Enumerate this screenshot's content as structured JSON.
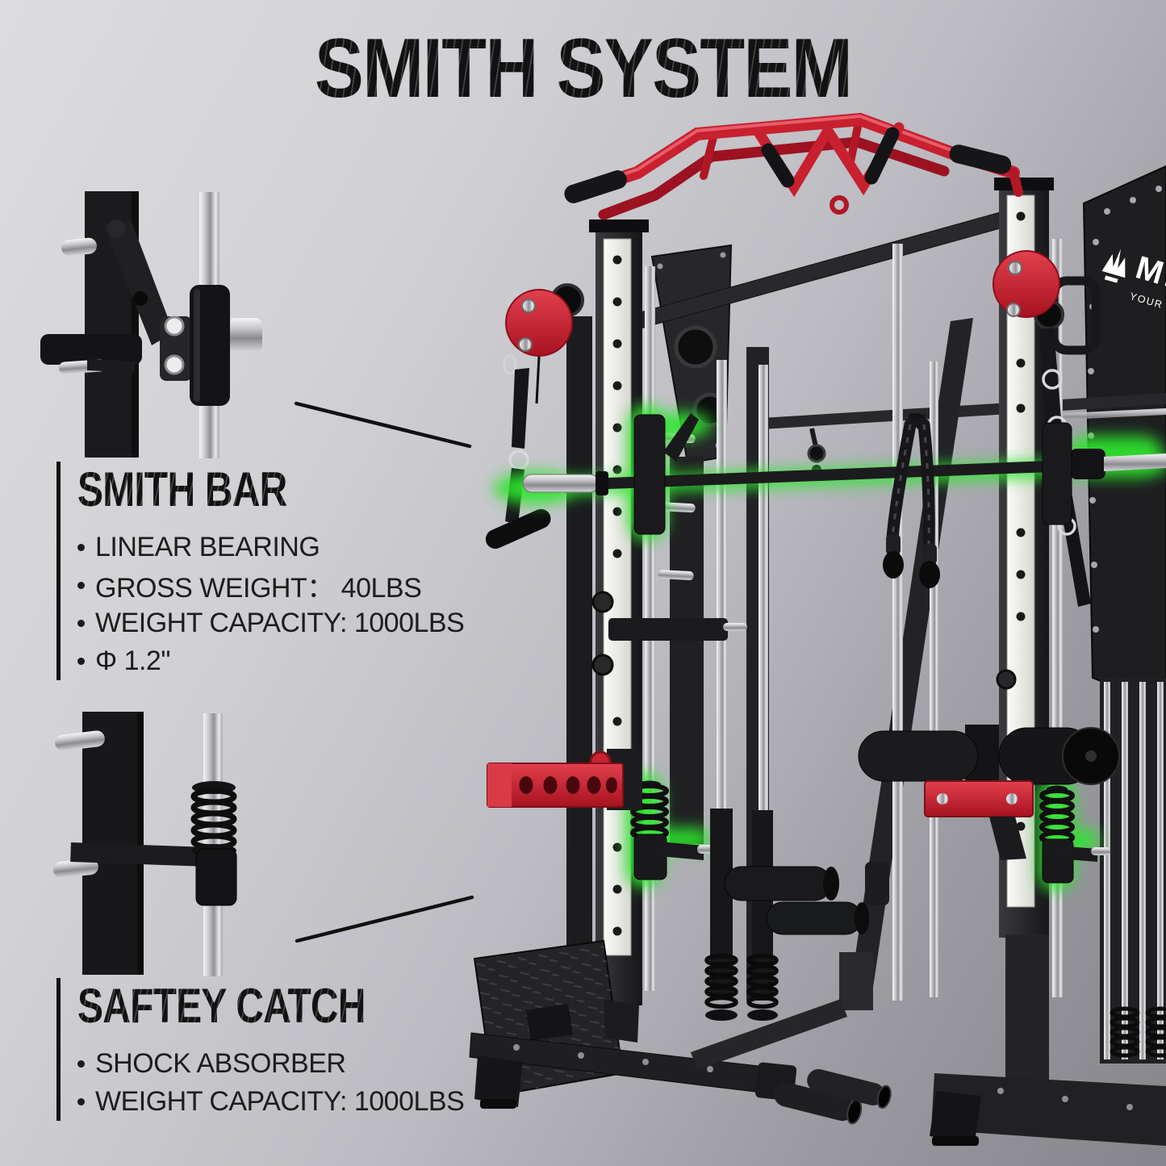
{
  "page": {
    "title": "SMITH SYSTEM"
  },
  "callouts": {
    "smith_bar": {
      "heading": "SMITH BAR",
      "bullets": [
        "LINEAR BEARING",
        "GROSS WEIGHT： 40LBS",
        "WEIGHT CAPACITY: 1000LBS",
        "Φ 1.2\""
      ]
    },
    "safety_catch": {
      "heading": "SAFTEY CATCH",
      "bullets": [
        "SHOCK ABSORBER",
        "WEIGHT CAPACITY: 1000LBS"
      ]
    }
  },
  "machine": {
    "brand_logo": "MIKOL",
    "brand_tagline": "YOUR HOME GYM MA"
  },
  "colors": {
    "accent_red": "#c22030",
    "highlight_green": "#2ee62e",
    "frame_black": "#1c1c1e",
    "rail_white": "#f2f2ee",
    "background_top": "#dcdcde",
    "background_bottom": "#85858b"
  }
}
